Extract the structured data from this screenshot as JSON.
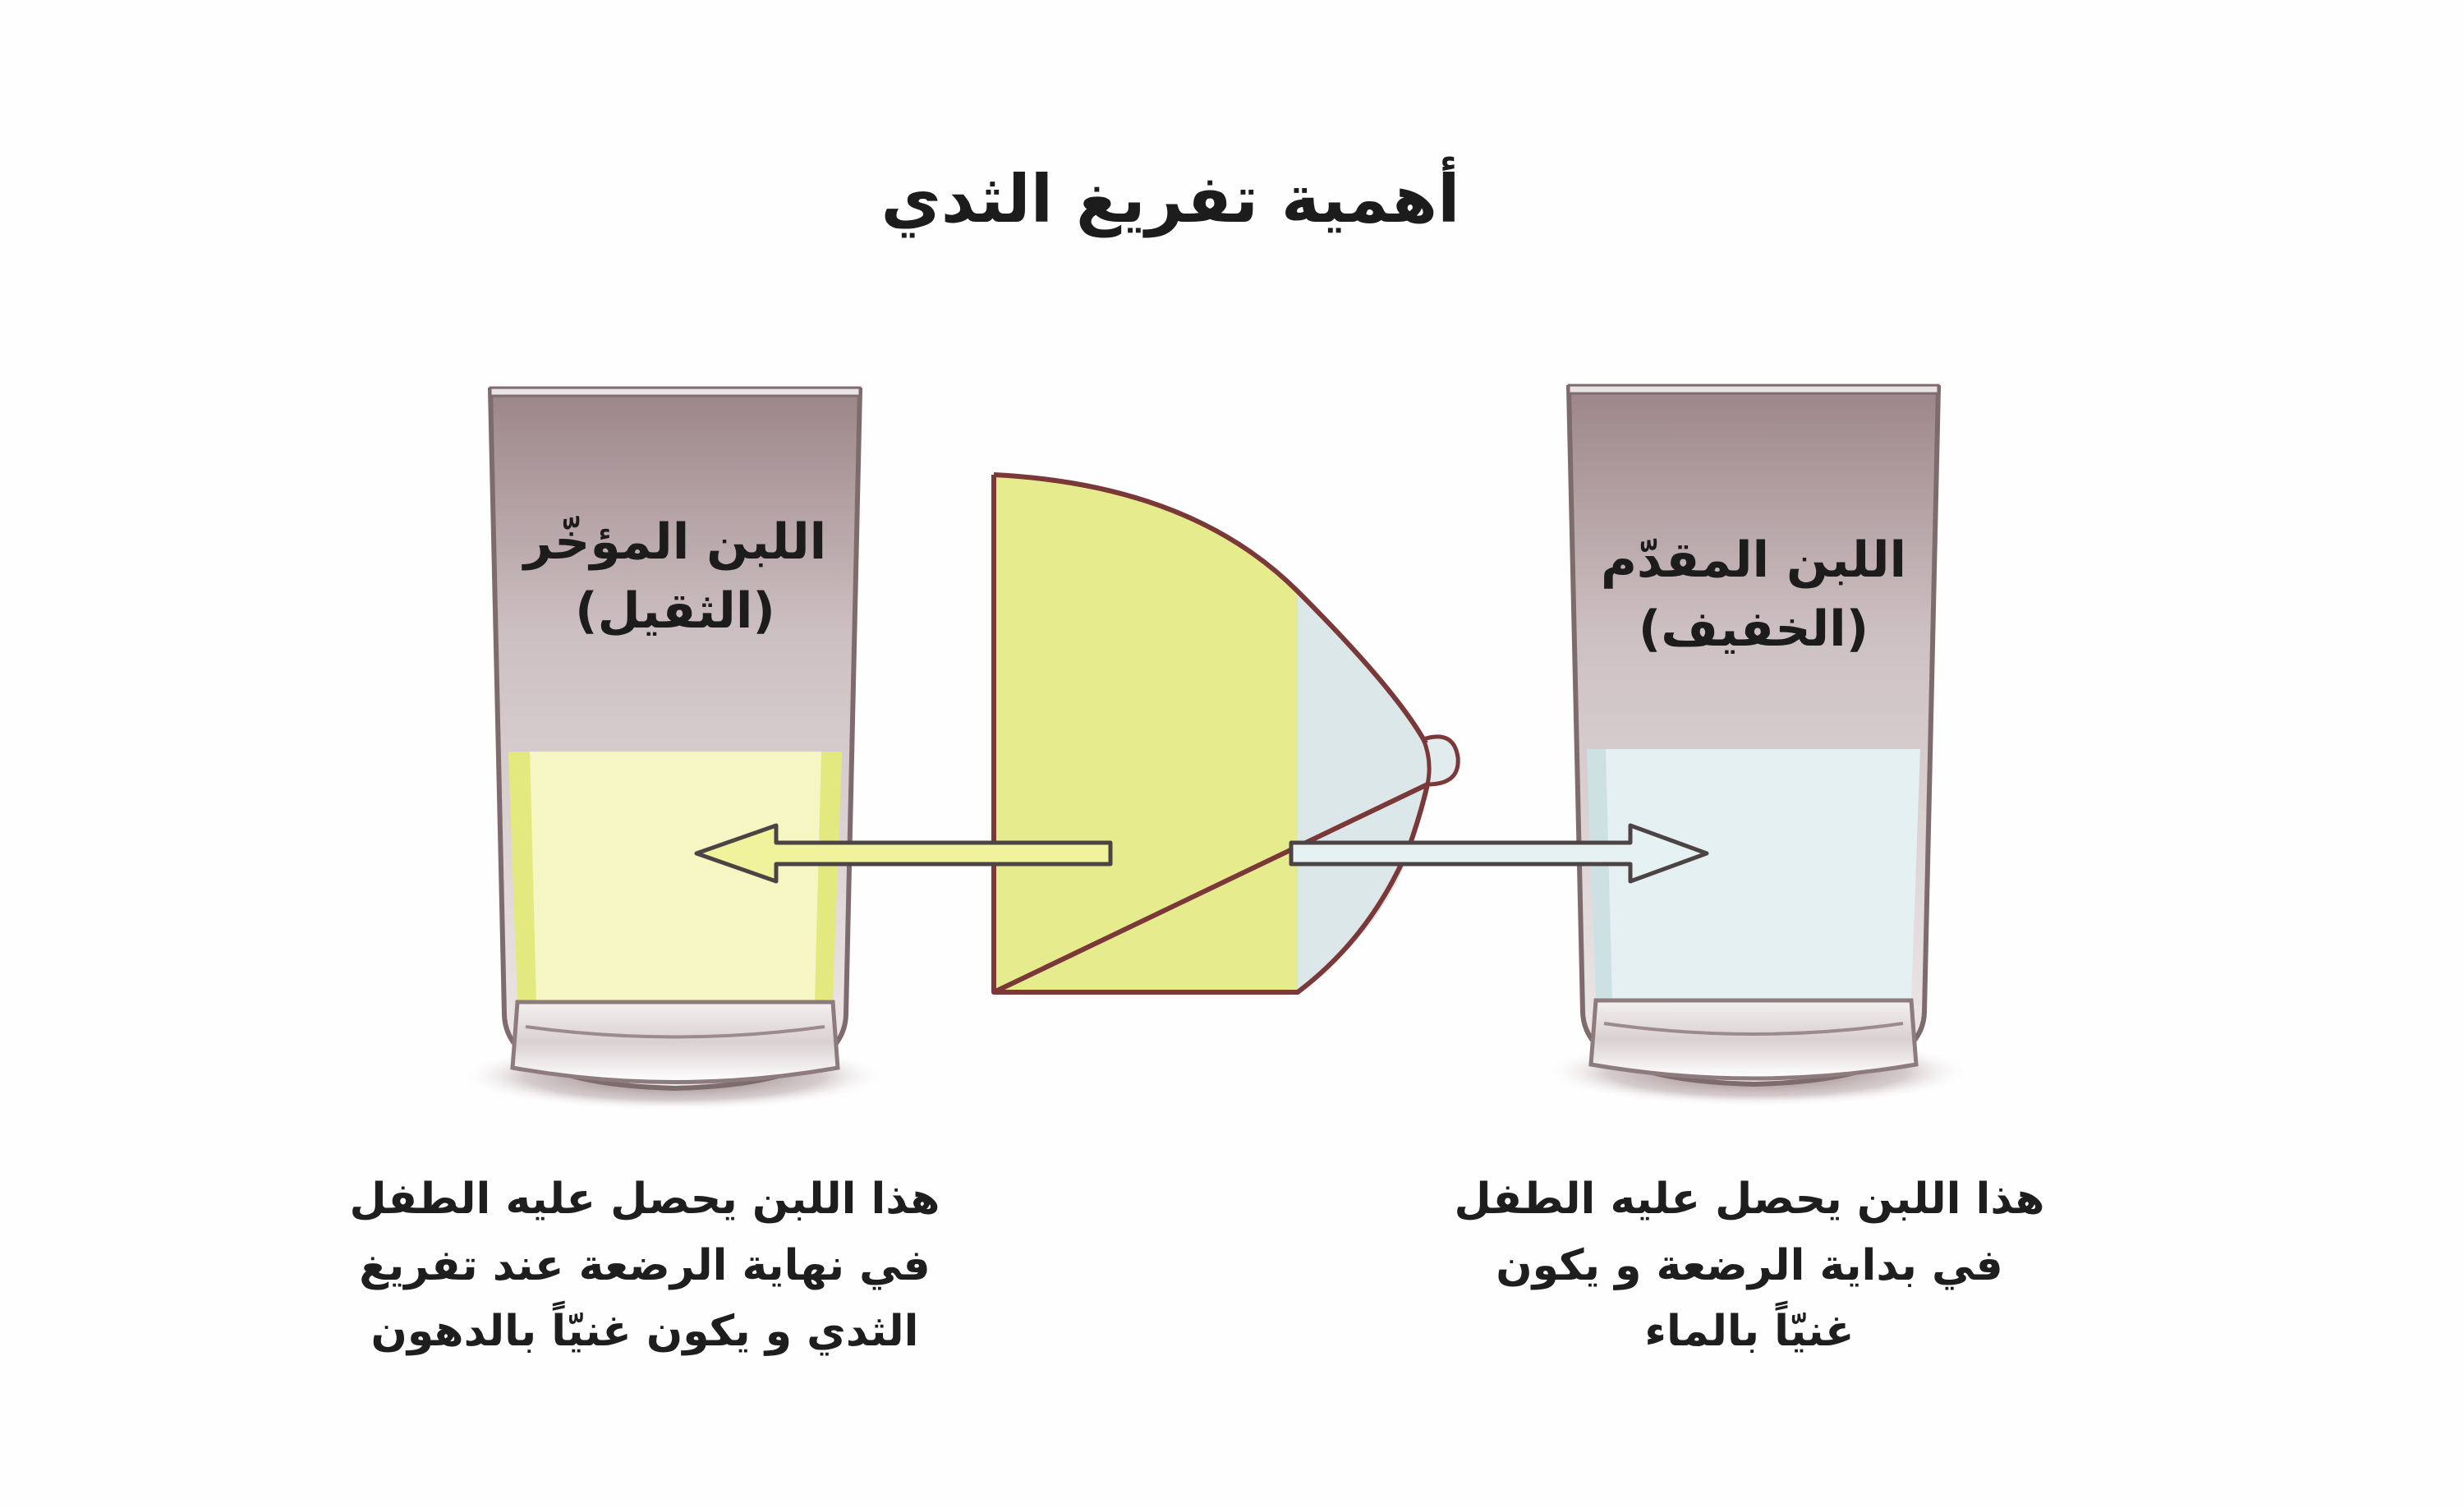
{
  "title": "أهمية تفريغ الثدي",
  "hindmilk": {
    "label_line1": "اللبن المؤخّر",
    "label_line2": "(الثقيل)",
    "caption_line1": "هذا اللبن يحصل عليه الطفل",
    "caption_line2": "في نهاية الرضعة عند تفريغ",
    "caption_line3": "الثدي و يكون غنيّاً بالدهون",
    "color": "#f1f3a4"
  },
  "foremilk": {
    "label_line1": "اللبن المقدّم",
    "label_line2": "(الخفيف)",
    "caption_line1": "هذا اللبن يحصل عليه الطفل",
    "caption_line2": "في بداية الرضعة و يكون",
    "caption_line3": "غنيّاً بالماء",
    "color": "#e4f0f1"
  },
  "breast": {
    "hindmilk_color": "#e6ec8e",
    "foremilk_color": "#dbe7e9",
    "outline_color": "#7a3838"
  },
  "glass": {
    "top_color": "#b9a8ab",
    "rim_color": "#e8e3e4"
  }
}
